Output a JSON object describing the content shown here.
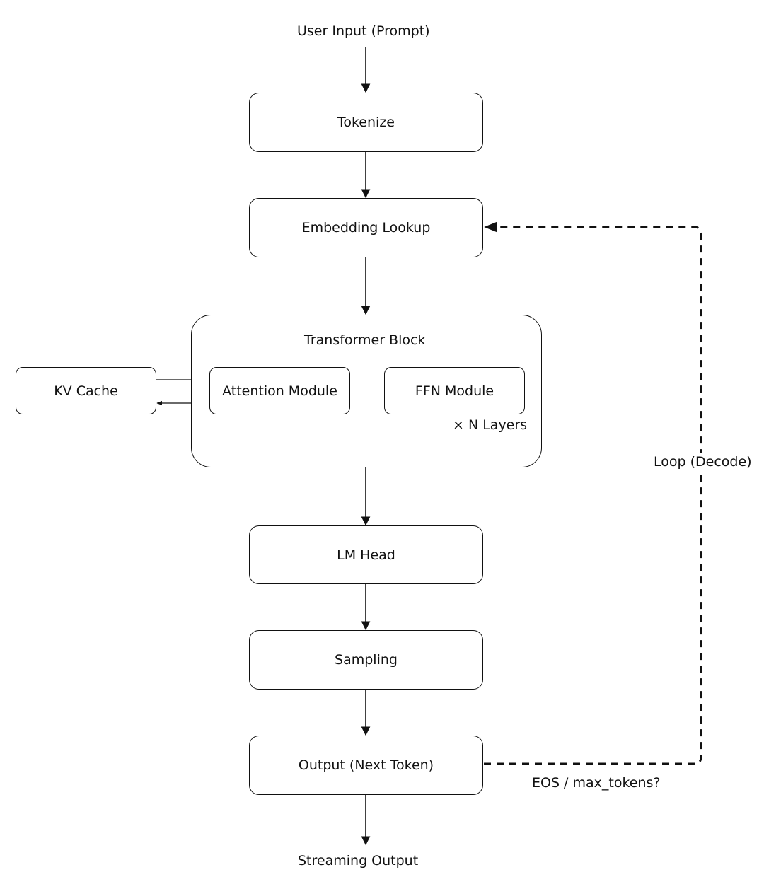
{
  "input_label": "User Input (Prompt)",
  "output_label": "Streaming Output",
  "nodes": {
    "tokenize": "Tokenize",
    "embedding": "Embedding Lookup",
    "transformer": "Transformer Block",
    "kv_cache": "KV Cache",
    "attention": "Attention Module",
    "ffn": "FFN Module",
    "layers": "× N Layers",
    "lm_head": "LM Head",
    "sampling": "Sampling",
    "output": "Output (Next Token)"
  },
  "loop": {
    "label": "Loop (Decode)",
    "condition": "EOS / max_tokens?"
  }
}
